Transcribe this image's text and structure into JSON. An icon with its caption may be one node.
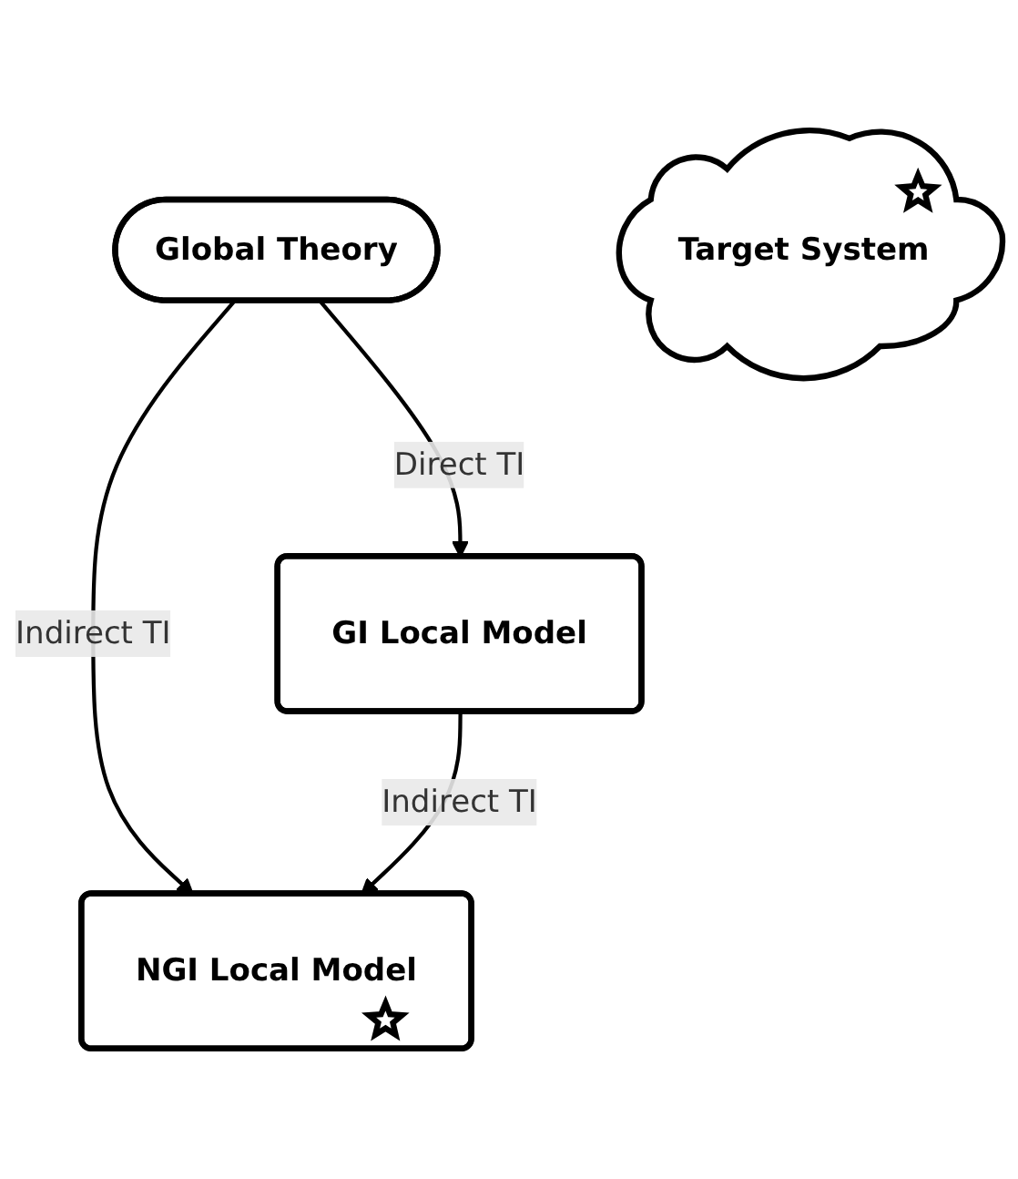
{
  "diagram": {
    "nodes": [
      {
        "text": [
          "Global Theory"
        ]
      },
      {
        "text": [
          "GI Local Model"
        ]
      },
      {
        "text": [
          "NGI Local Model"
        ]
      },
      {
        "text": [
          "Target System"
        ]
      }
    ],
    "edges": [
      {
        "from": 0,
        "to": 1,
        "arrow": "to",
        "label": "Direct TI"
      },
      {
        "from": 0,
        "to": 2,
        "arrow": "to",
        "label": "Indirect TI"
      },
      {
        "from": 1,
        "to": 2,
        "arrow": "to",
        "label": "Indirect TI"
      }
    ]
  }
}
